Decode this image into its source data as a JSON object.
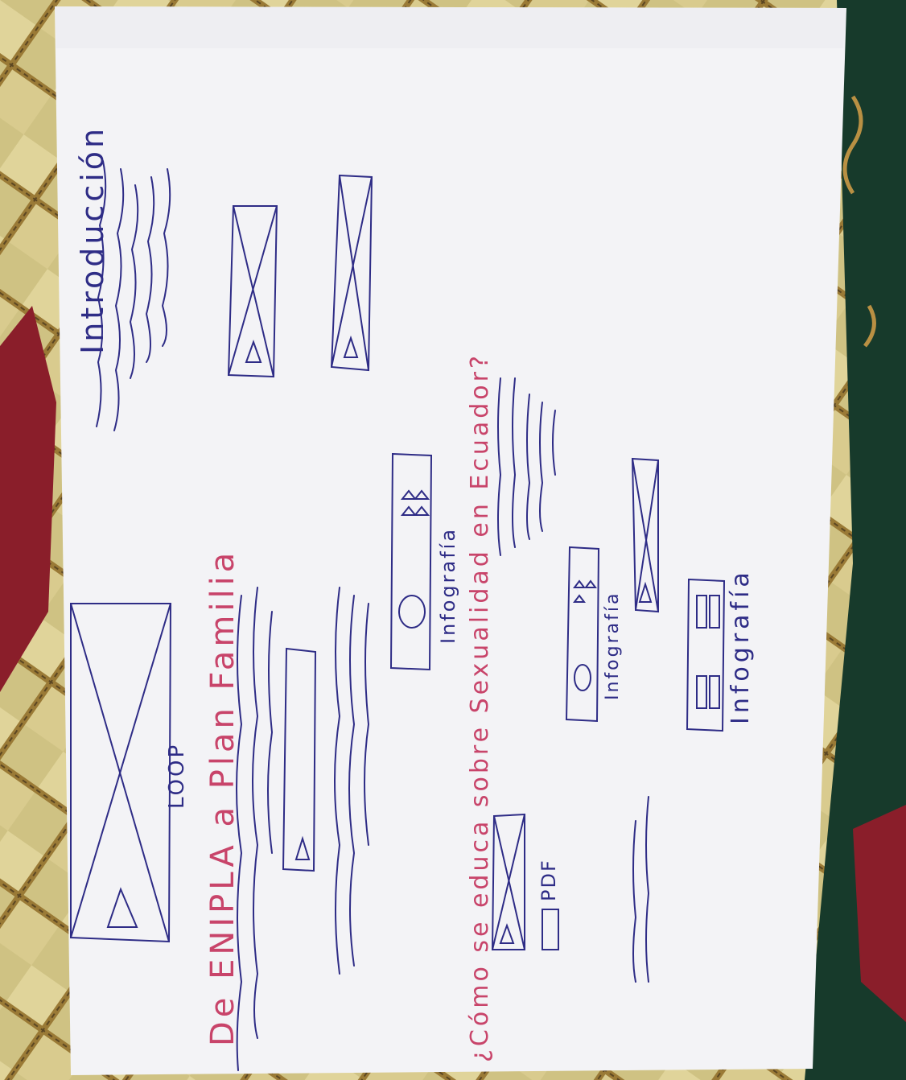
{
  "photo": {
    "subject": "hand-drawn-wireframe-sketch",
    "ink_colors": {
      "blue": "#2e2c86",
      "red": "#c8446a"
    },
    "paper_color": "#f3f3f6",
    "fabric_colors": {
      "green": "#173a2b",
      "red": "#8a1e2a",
      "gold": "#b99043",
      "cream": "#e0d49a"
    }
  },
  "sketch": {
    "section_intro": {
      "heading": "Introducción"
    },
    "section_enipla": {
      "heading": "De ENIPLA a Plan Familia",
      "hero_label": "LOOP",
      "infographic_label": "Infografía"
    },
    "section_education": {
      "heading": "¿Cómo se educa sobre Sexualidad en Ecuador?",
      "pdf_label": "PDF",
      "infographic_label_1": "Infografía",
      "infographic_label_2": "Infografía"
    }
  }
}
